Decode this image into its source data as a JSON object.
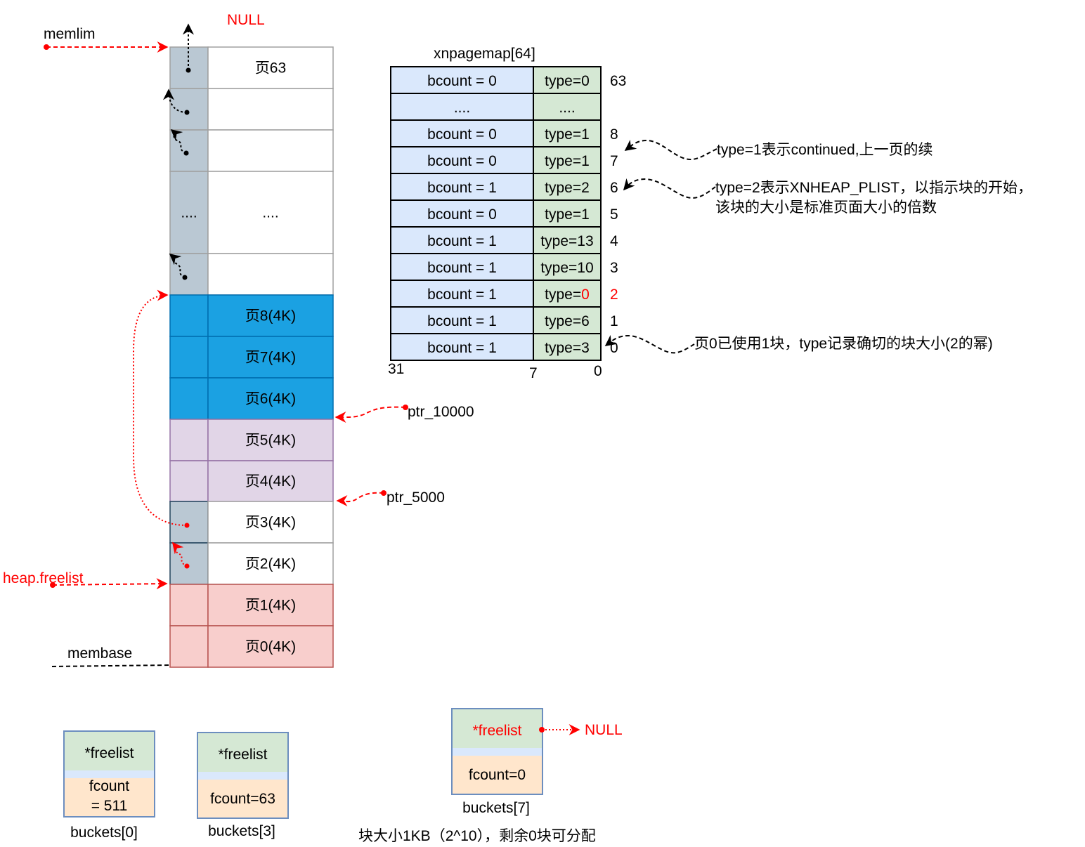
{
  "colors": {
    "grey_cell": "#bac8d3",
    "blue_cell": "#1ba1e2",
    "purple_cell": "#e1d5e7",
    "red_cell": "#f8cecc",
    "map_left": "#dae8fc",
    "map_right": "#d5e8d4",
    "bucket_top": "#d5e8d4",
    "bucket_bottom": "#ffe6cc",
    "red": "#ff0000"
  },
  "labels": {
    "memlim": "memlim",
    "null_top": "NULL",
    "membase": "membase",
    "heap_freelist": "heap.freelist",
    "ptr_10000": "ptr_10000",
    "ptr_5000": "ptr_5000"
  },
  "pages": [
    {
      "label": "页63",
      "color": "grey"
    },
    {
      "label": "",
      "color": "grey"
    },
    {
      "label": "",
      "color": "grey"
    },
    {
      "label": "....",
      "sidebar": "....",
      "color": "grey"
    },
    {
      "label": "",
      "color": "grey"
    },
    {
      "label": "页8(4K)",
      "color": "blue"
    },
    {
      "label": "页7(4K)",
      "color": "blue"
    },
    {
      "label": "页6(4K)",
      "color": "blue"
    },
    {
      "label": "页5(4K)",
      "color": "purple"
    },
    {
      "label": "页4(4K)",
      "color": "purple"
    },
    {
      "label": "页3(4K)",
      "color": "grey"
    },
    {
      "label": "页2(4K)",
      "color": "grey"
    },
    {
      "label": "页1(4K)",
      "color": "red"
    },
    {
      "label": "页0(4K)",
      "color": "red"
    }
  ],
  "pagemap": {
    "title": "xnpagemap[64]",
    "rows": [
      {
        "bcount": "bcount = 0",
        "type": "type=0",
        "index": "63",
        "index_red": false,
        "type_red": false
      },
      {
        "bcount": "....",
        "type": "....",
        "index": "",
        "index_red": false,
        "type_red": false
      },
      {
        "bcount": "bcount = 0",
        "type": "type=1",
        "index": "8",
        "index_red": false,
        "type_red": false
      },
      {
        "bcount": "bcount = 0",
        "type": "type=1",
        "index": "7",
        "index_red": false,
        "type_red": false
      },
      {
        "bcount": "bcount = 1",
        "type": "type=2",
        "index": "6",
        "index_red": false,
        "type_red": false
      },
      {
        "bcount": "bcount = 0",
        "type": "type=1",
        "index": "5",
        "index_red": false,
        "type_red": false
      },
      {
        "bcount": "bcount = 1",
        "type": "type=13",
        "index": "4",
        "index_red": false,
        "type_red": false
      },
      {
        "bcount": "bcount = 1",
        "type": "type=10",
        "index": "3",
        "index_red": false,
        "type_red": false
      },
      {
        "bcount": "bcount = 1",
        "type": "type=",
        "type_value": "0",
        "index": "2",
        "index_red": true,
        "type_red": true
      },
      {
        "bcount": "bcount = 1",
        "type": "type=6",
        "index": "1",
        "index_red": false,
        "type_red": false
      },
      {
        "bcount": "bcount = 1",
        "type": "type=3",
        "index": "0",
        "index_red": false,
        "type_red": false
      }
    ],
    "bits": {
      "b31": "31",
      "b7": "7",
      "b0": "0"
    }
  },
  "notes": {
    "type1": "type=1表示continued,上一页的续",
    "type2_line1": "type=2表示XNHEAP_PLIST，以指示块的开始，",
    "type2_line2": "该块的大小是标准页面大小的倍数",
    "page0": "页0已使用1块，type记录确切的块大小(2的幂)"
  },
  "buckets": [
    {
      "top": "*freelist",
      "bottom_line1": "fcount",
      "bottom_line2": "= 511",
      "caption": "buckets[0]"
    },
    {
      "top": "*freelist",
      "bottom_line1": "fcount=63",
      "bottom_line2": "",
      "caption": "buckets[3]"
    },
    {
      "top": "*freelist",
      "bottom_line1": "fcount=0",
      "bottom_line2": "",
      "caption": "buckets[7]",
      "null": "NULL"
    }
  ],
  "bucket7_note": "块大小1KB（2^10），剩余0块可分配"
}
